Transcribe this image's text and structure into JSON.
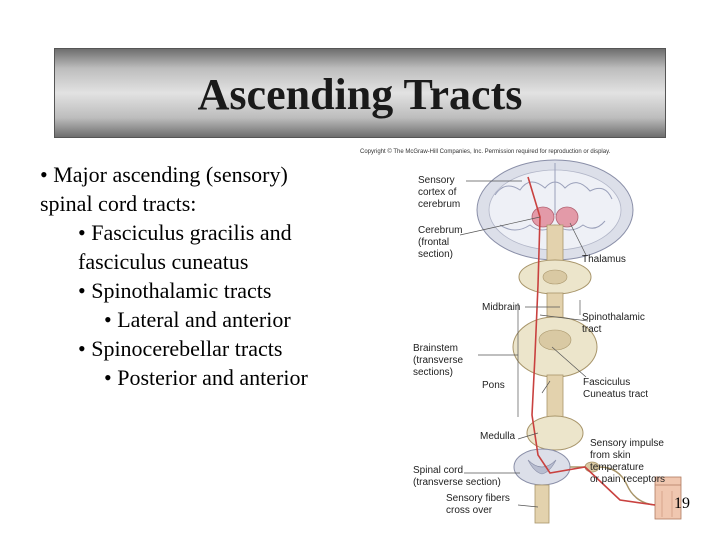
{
  "title": "Ascending Tracts",
  "copyright": "Copyright © The McGraw-Hill Companies, Inc. Permission required for reproduction or display.",
  "bullets": {
    "main_line1": "• Major ascending (sensory)",
    "main_line2": "spinal cord tracts:",
    "gracilis_line1": "• Fasciculus gracilis and",
    "gracilis_line2": "fasciculus cuneatus",
    "spinothalamic": "• Spinothalamic tracts",
    "lateral": "• Lateral and anterior",
    "spinocerebellar": "• Spinocerebellar tracts",
    "posterior": "• Posterior and anterior"
  },
  "diagram": {
    "sensory_cortex": [
      "Sensory",
      "cortex of",
      "cerebrum"
    ],
    "cerebrum": [
      "Cerebrum",
      "(frontal",
      "section)"
    ],
    "thalamus": "Thalamus",
    "midbrain": "Midbrain",
    "spinothalamic_tract": [
      "Spinothalamic",
      "tract"
    ],
    "brainstem": [
      "Brainstem",
      "(transverse",
      "sections)"
    ],
    "pons": "Pons",
    "fasciculus_cuneatus": [
      "Fasciculus",
      "Cuneatus tract"
    ],
    "medulla": "Medulla",
    "sensory_impulse": [
      "Sensory impulse",
      "from skin",
      "temperature",
      "or pain receptors"
    ],
    "spinal_cord": [
      "Spinal cord",
      "(transverse section)"
    ],
    "sensory_fibers": [
      "Sensory fibers",
      "cross over"
    ]
  },
  "page_number": "19"
}
